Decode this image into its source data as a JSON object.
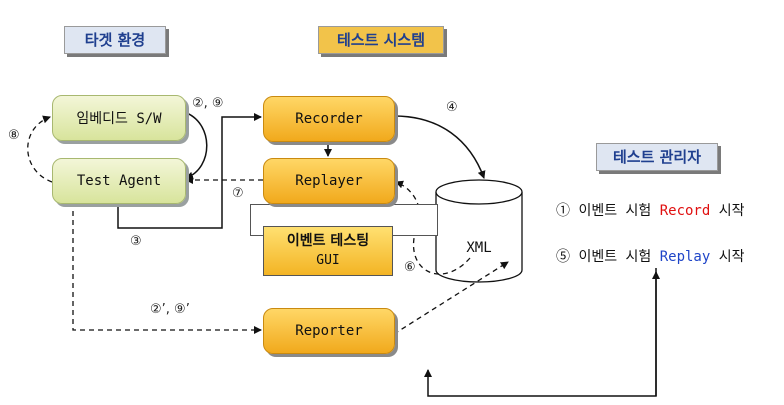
{
  "titles": {
    "target_env": "타겟 환경",
    "test_system": "테스트 시스템",
    "test_manager": "테스트 관리자"
  },
  "nodes": {
    "embedded_sw": "임베디드 S/W",
    "test_agent": "Test Agent",
    "recorder": "Recorder",
    "replayer": "Replayer",
    "event_testing_gui_line1": "이벤트 테스팅",
    "event_testing_gui_line2": "GUI",
    "reporter": "Reporter",
    "xml": "XML"
  },
  "step_labels": {
    "s2_9": "②, ⑨",
    "s8": "⑧",
    "s3": "③",
    "s4": "④",
    "s7": "⑦",
    "s6": "⑥",
    "s2p_9p": "②’, ⑨’"
  },
  "legend": {
    "item1": {
      "num": "①",
      "pre": "이벤트 시험",
      "keyword": "Record",
      "post": "시작"
    },
    "item5": {
      "num": "⑤",
      "pre": "이벤트 시험",
      "keyword": "Replay",
      "post": "시작"
    }
  },
  "colors": {
    "record_keyword": "#e01010",
    "replay_keyword": "#1f45c8",
    "component_orange": "#f1a91c",
    "component_green": "#d8e49c"
  }
}
